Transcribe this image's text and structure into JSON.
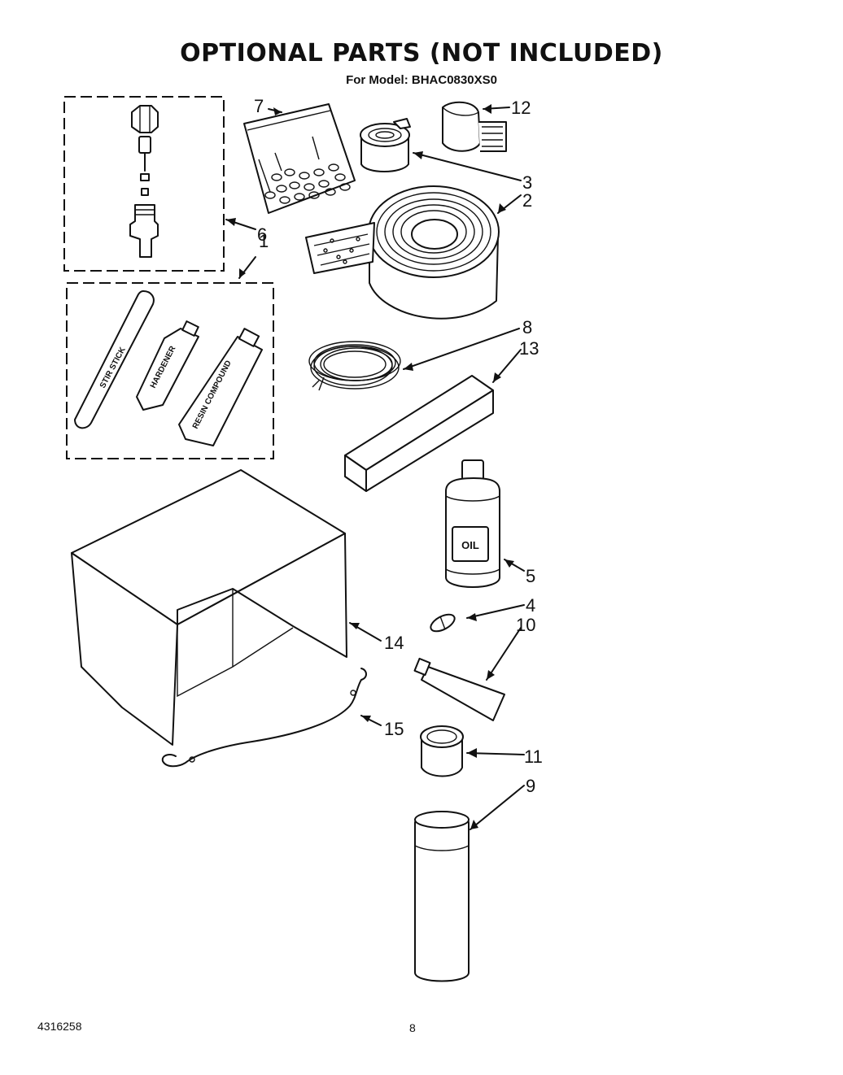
{
  "page": {
    "title": "OPTIONAL PARTS (NOT INCLUDED)",
    "subtitle": "For Model: BHAC0830XS0",
    "doc_number": "4316258",
    "page_number": "8"
  },
  "callouts": {
    "c1": "1",
    "c2": "2",
    "c3": "3",
    "c4": "4",
    "c5": "5",
    "c6": "6",
    "c7": "7",
    "c8": "8",
    "c9": "9",
    "c10": "10",
    "c11": "11",
    "c12": "12",
    "c13": "13",
    "c14": "14",
    "c15": "15"
  },
  "part_labels": {
    "stir_stick": "STIR STICK",
    "hardener": "HARDENER",
    "resin": "RESIN COMPOUND",
    "oil": "OIL"
  },
  "icons": [
    "valve-assembly-icon",
    "o-ring-bag-icon",
    "tape-roll-icon",
    "foam-tape-icon",
    "wire-coil-icon",
    "foam-block-icon",
    "oil-bottle-icon",
    "capsule-icon",
    "tube-icon",
    "tape-small-icon",
    "spray-can-icon",
    "cover-icon",
    "cord-icon"
  ]
}
